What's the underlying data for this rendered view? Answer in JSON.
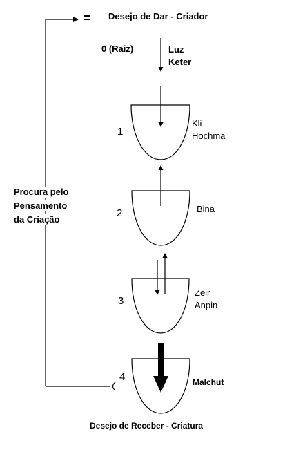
{
  "top": {
    "equals": "=",
    "label": "Desejo de Dar - Criador"
  },
  "root": {
    "label": "0 (Raiz)",
    "light_line1": "Luz",
    "light_line2": "Keter"
  },
  "vessels": [
    {
      "number": "1",
      "line1": "Kli",
      "line2": "Hochma"
    },
    {
      "number": "2",
      "line1": "Bina",
      "line2": ""
    },
    {
      "number": "3",
      "line1": "Zeir",
      "line2": "Anpin"
    },
    {
      "number": "4",
      "line1": "Malchut",
      "line2": ""
    }
  ],
  "loop": {
    "line1": "Procura pelo",
    "line2": "Pensamento",
    "line3": "da Criação"
  },
  "bottom": {
    "label": "Desejo de Receber - Criatura"
  }
}
